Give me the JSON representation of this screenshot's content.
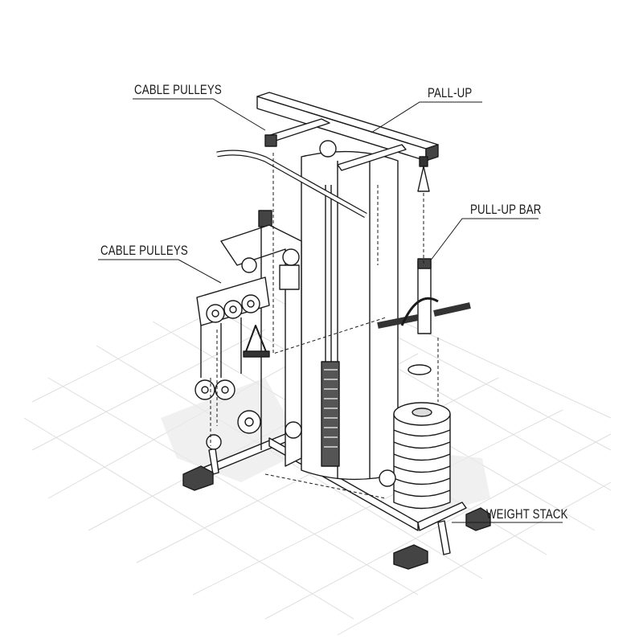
{
  "labels": {
    "cable_pulleys_top": "CABLE PULLEYS",
    "pall_up": "PALL-UP",
    "pull_up_bar": "PULL-UP BAR",
    "cable_pulleys_left": "CABLE PULLEYS",
    "weight_stack": "WEIGHT STACK"
  },
  "colors": {
    "line": "#1a1a1a",
    "grid": "#dcdcdc",
    "dark": "#3a3a3a"
  }
}
